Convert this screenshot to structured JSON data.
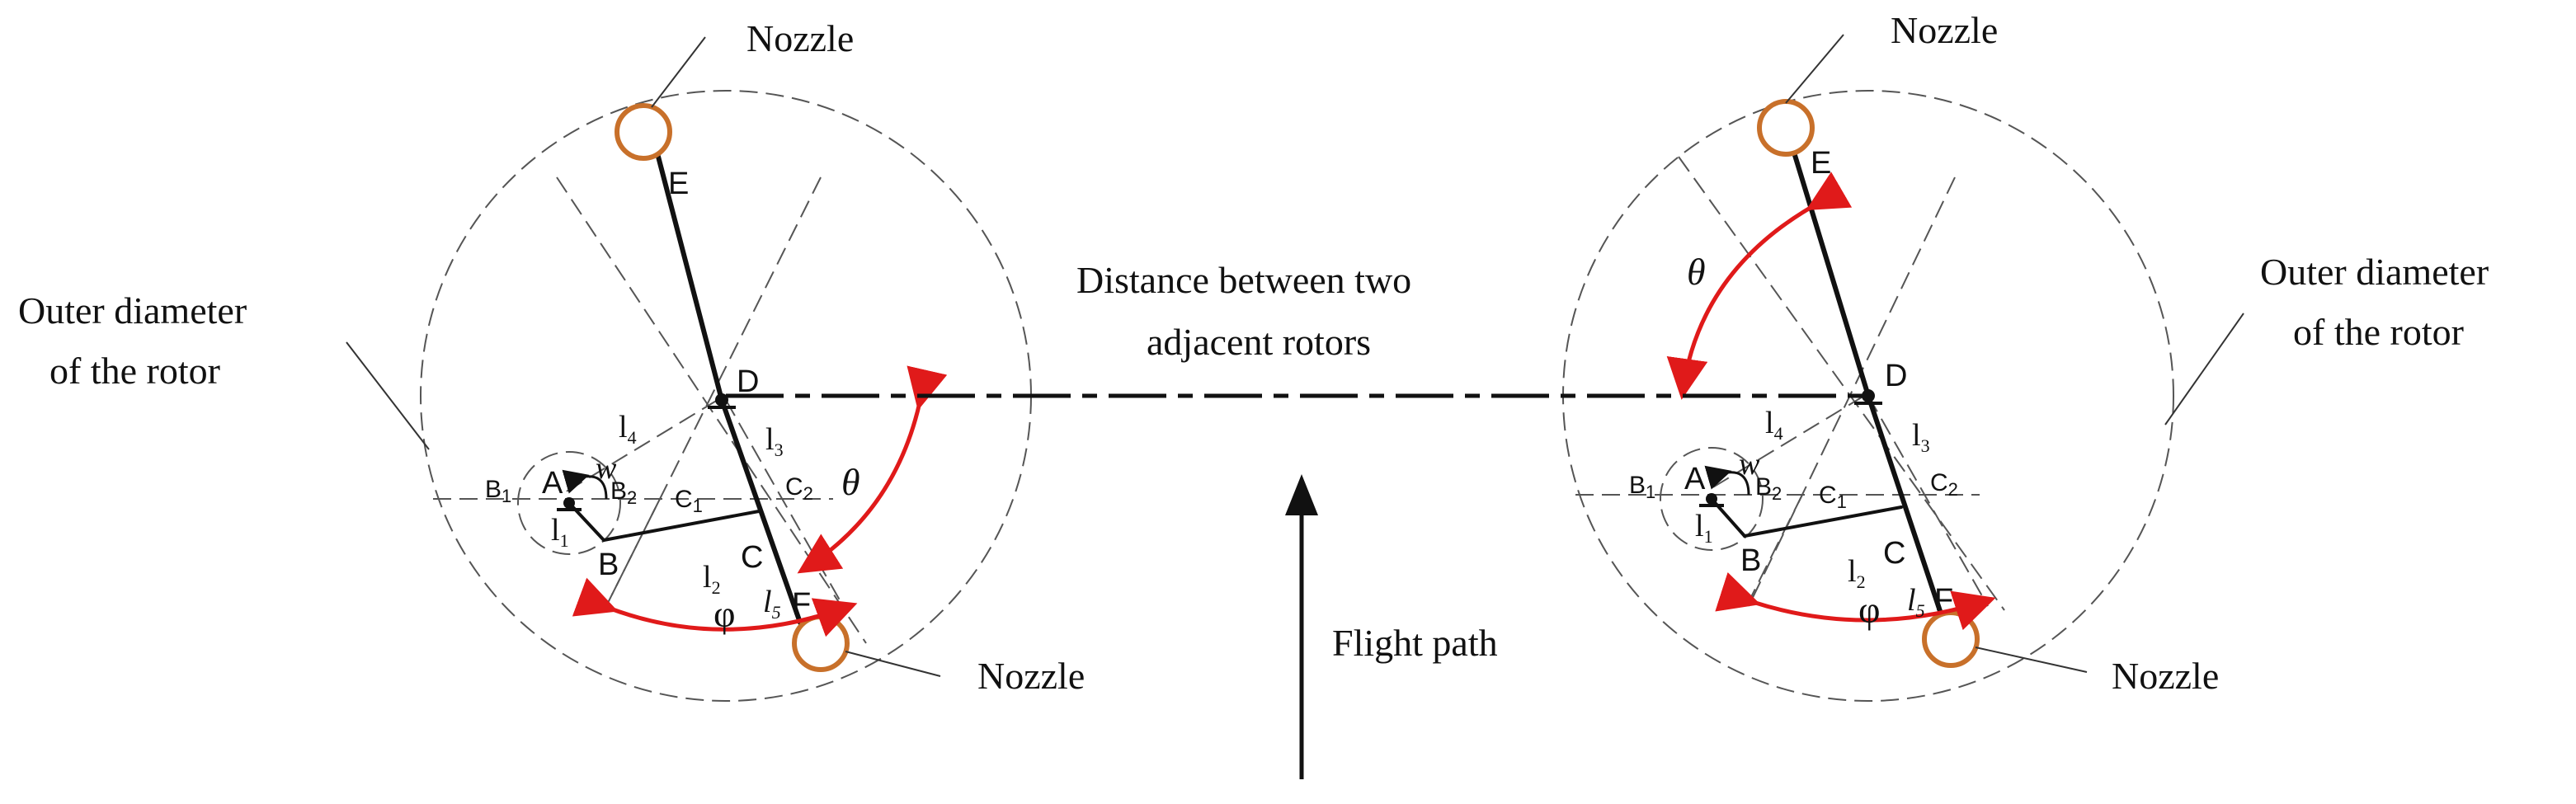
{
  "labels": {
    "nozzle": "Nozzle",
    "outer_diameter_line1_left": "Outer diameter",
    "outer_diameter_line2_left": "of the rotor",
    "outer_diameter_line1_right": "Outer diameter",
    "outer_diameter_line2_right": "of the rotor",
    "distance_line1": "Distance between two",
    "distance_line2": "adjacent rotors",
    "flight_path": "Flight path"
  },
  "points": {
    "A": "A",
    "B": "B",
    "C": "C",
    "D": "D",
    "E": "E",
    "F": "F",
    "sub_1": "1",
    "sub_2": "2"
  },
  "symbols": {
    "theta": "θ",
    "phi": "φ",
    "w": "w",
    "l": "l",
    "l4_sub": "4",
    "l3_sub": "3",
    "l1_sub": "1",
    "l2_sub": "2",
    "l5_sub": "5"
  },
  "colors": {
    "nozzle": "#c8702a",
    "arrow": "#e01a1a",
    "line": "#111111"
  }
}
